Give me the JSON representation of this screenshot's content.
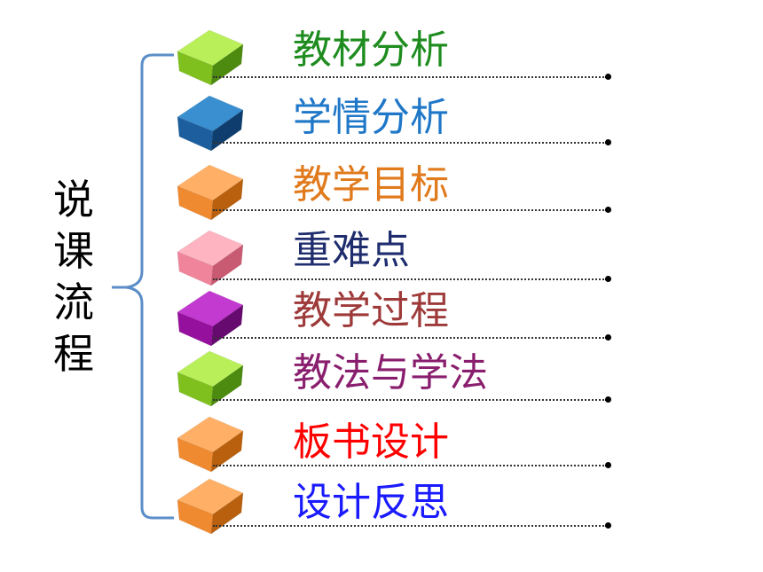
{
  "title_chars": [
    "说",
    "课",
    "流",
    "程"
  ],
  "items": [
    {
      "label": "教材分析",
      "color": "#1e8c1e",
      "cube": {
        "top": "#b9f05a",
        "left": "#7fc01e",
        "right": "#4c8a10"
      }
    },
    {
      "label": "学情分析",
      "color": "#1f77c8",
      "cube": {
        "top": "#3a8fd0",
        "left": "#1d5f9e",
        "right": "#0f3e6e"
      }
    },
    {
      "label": "教学目标",
      "color": "#e07a1c",
      "cube": {
        "top": "#ffb066",
        "left": "#f08a30",
        "right": "#b8600e"
      }
    },
    {
      "label": "重难点",
      "color": "#1f2d6e",
      "cube": {
        "top": "#ffb4c2",
        "left": "#f0849a",
        "right": "#c85a72"
      }
    },
    {
      "label": "教学过程",
      "color": "#9e3a3a",
      "cube": {
        "top": "#c23ad0",
        "left": "#96109e",
        "right": "#660a70"
      }
    },
    {
      "label": "教法与学法",
      "color": "#8a1e6e",
      "cube": {
        "top": "#b9f05a",
        "left": "#7fc01e",
        "right": "#4c8a10"
      }
    },
    {
      "label": "板书设计",
      "color": "#ff0000",
      "cube": {
        "top": "#ffb066",
        "left": "#f08a30",
        "right": "#b8600e"
      }
    },
    {
      "label": "设计反思",
      "color": "#1a1aff",
      "cube": {
        "top": "#ffb066",
        "left": "#f08a30",
        "right": "#b8600e"
      }
    }
  ],
  "brace_color": "#5b8ec8"
}
